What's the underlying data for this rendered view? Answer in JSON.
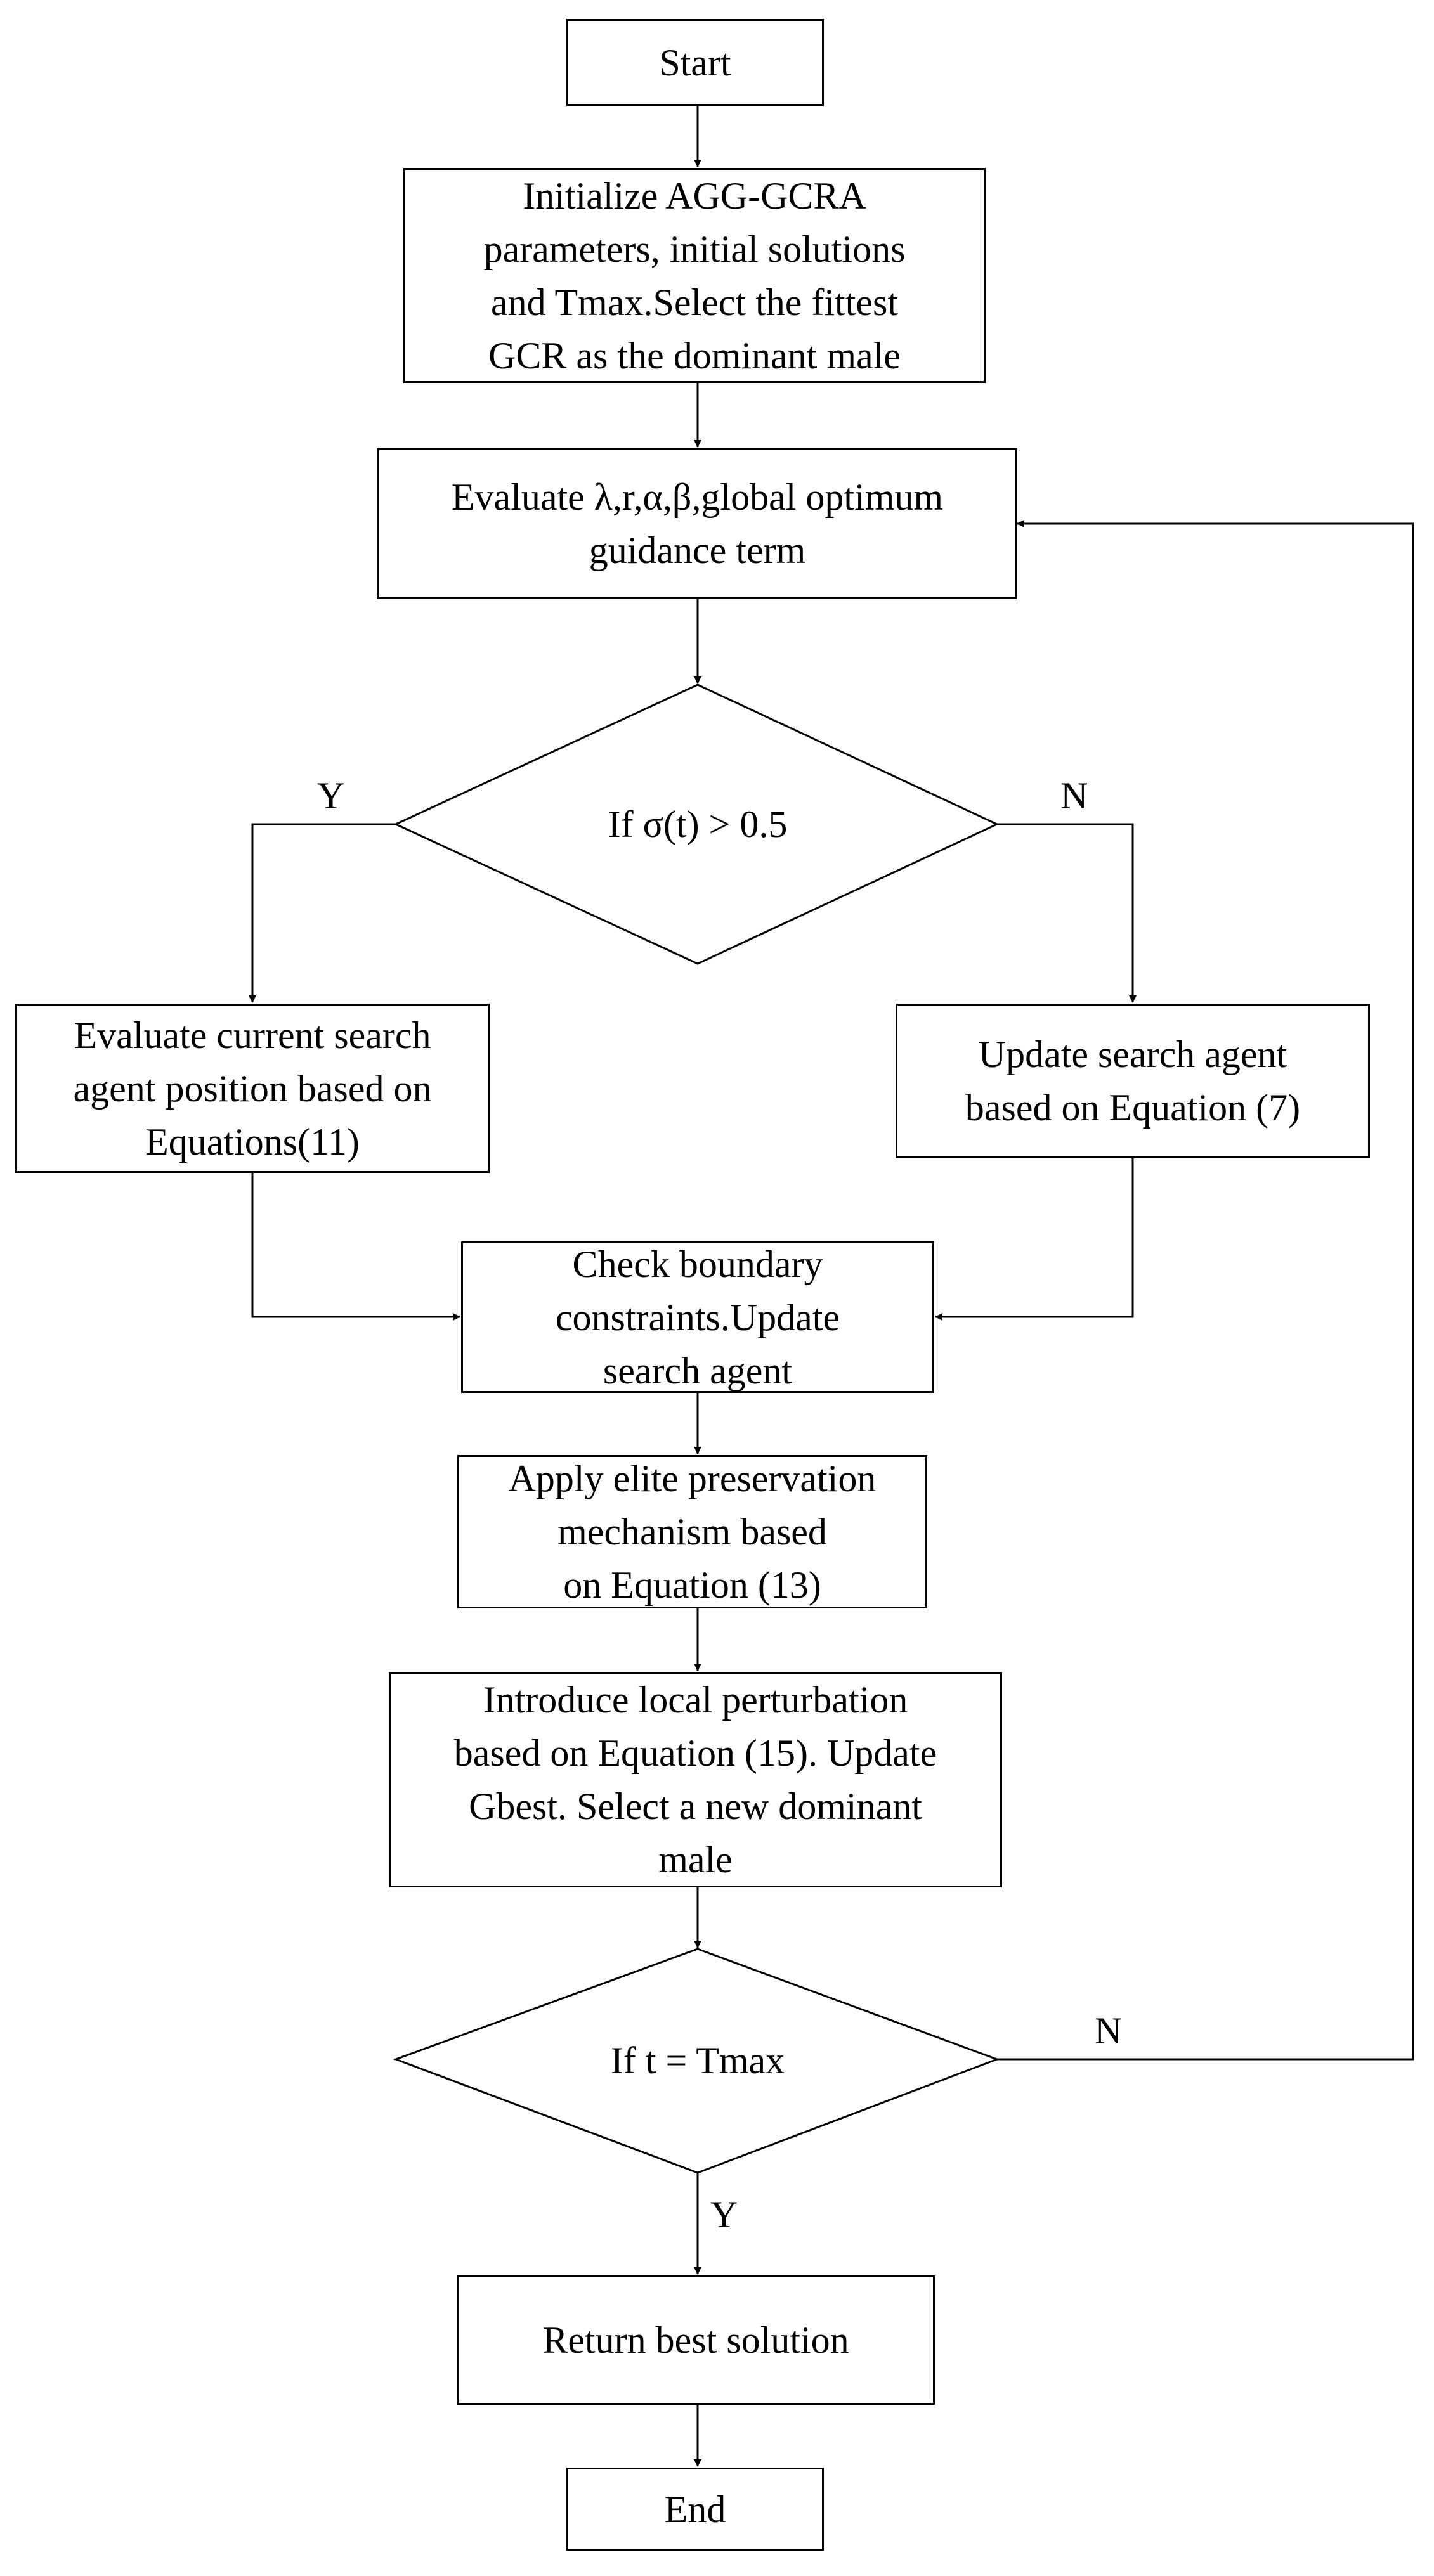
{
  "flowchart": {
    "start": "Start",
    "initialize": [
      "Initialize  AGG-GCRA",
      "parameters, initial solutions",
      "and Tmax.Select the fittest",
      "GCR as the dominant male"
    ],
    "evaluate": [
      "Evaluate λ,r,α,β,global optimum",
      "guidance term"
    ],
    "decision_sigma": "If σ(t) > 0.5",
    "branch_yes": "Y",
    "branch_no": "N",
    "evaluate_current": [
      "Evaluate current search",
      "agent position based on",
      "Equations(11)"
    ],
    "update_search_agent": [
      "Update search agent",
      "based on Equation (7)"
    ],
    "check_boundary": [
      "Check boundary",
      "constraints.Update",
      "search agent"
    ],
    "elite_preservation": [
      "Apply elite preservation",
      "mechanism based",
      "on Equation (13)"
    ],
    "local_perturbation": [
      "Introduce local perturbation",
      "based on Equation (15). Update",
      "Gbest. Select a new dominant",
      "male"
    ],
    "decision_tmax": "If t = Tmax",
    "loop_no": "N",
    "end_yes": "Y",
    "return_best": "Return best solution",
    "end": "End"
  }
}
